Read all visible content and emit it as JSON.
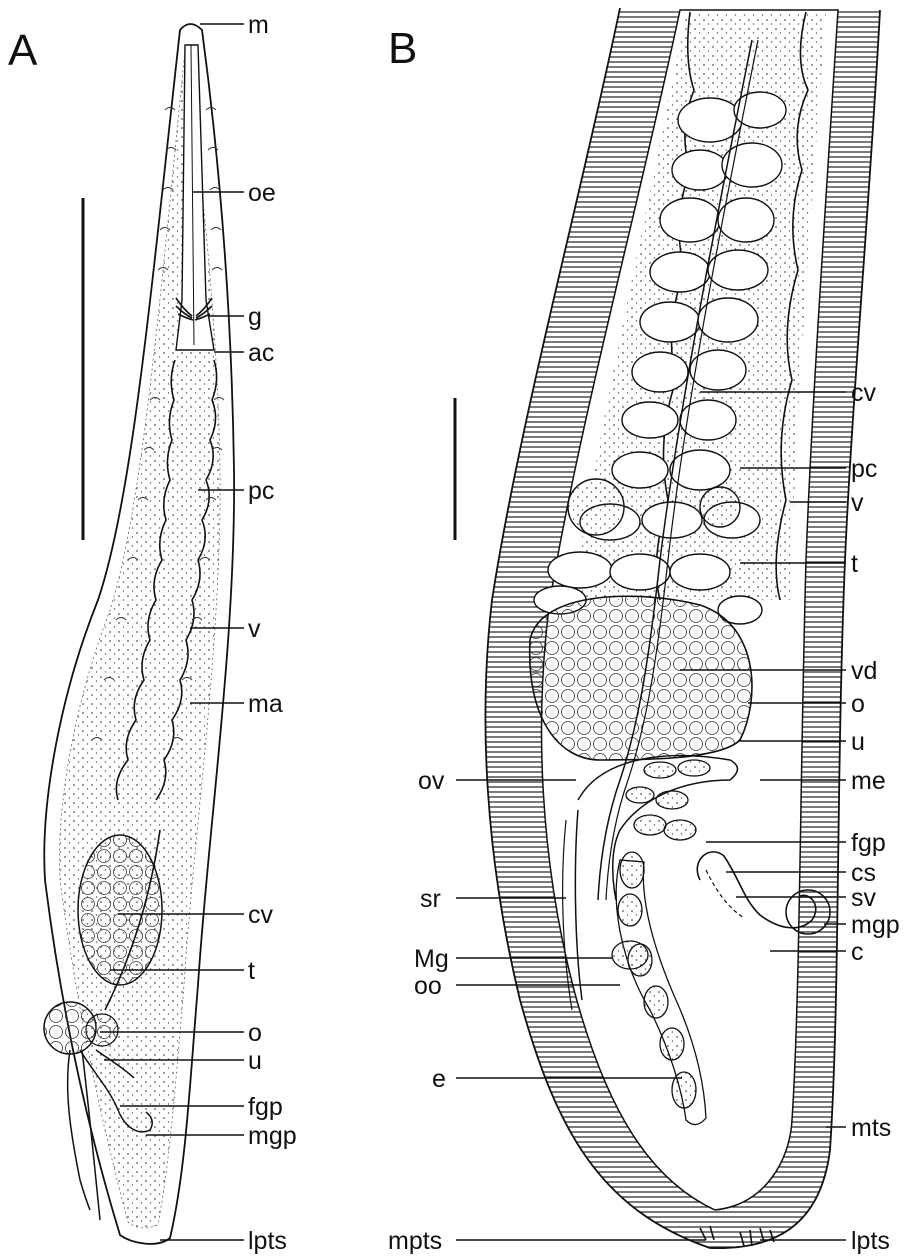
{
  "panels": [
    {
      "id": "A",
      "letter": "A",
      "labels": [
        "m",
        "oe",
        "g",
        "ac",
        "pc",
        "v",
        "ma",
        "cv",
        "t",
        "o",
        "u",
        "fgp",
        "mgp",
        "lpts"
      ]
    },
    {
      "id": "B",
      "letter": "B",
      "labels": [
        "cv",
        "pc",
        "v",
        "t",
        "vd",
        "o",
        "u",
        "me",
        "fgp",
        "cs",
        "sv",
        "mgp",
        "c",
        "mts",
        "lpts",
        "ov",
        "sr",
        "Mg",
        "oo",
        "e",
        "mpts"
      ]
    }
  ],
  "colors": {
    "ink": "#111111",
    "background": "#ffffff",
    "stipple": "#555555"
  }
}
